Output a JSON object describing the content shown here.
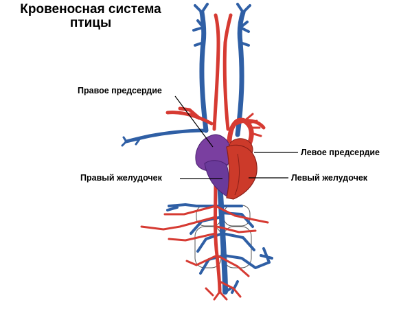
{
  "title": {
    "line1": "Кровеносная система",
    "line2": "птицы"
  },
  "labels": {
    "right_atrium": "Правое предсердие",
    "left_atrium": "Левое предсердие",
    "right_ventricle": "Правый желудочек",
    "left_ventricle": "Левый желудочек"
  },
  "colors": {
    "venous": "#2f5fa5",
    "arterial": "#d63a32",
    "right_heart": "#7a3fa0",
    "left_heart": "#cc3a2a",
    "organ_outline": "#555555",
    "pointer_line": "#000000"
  }
}
